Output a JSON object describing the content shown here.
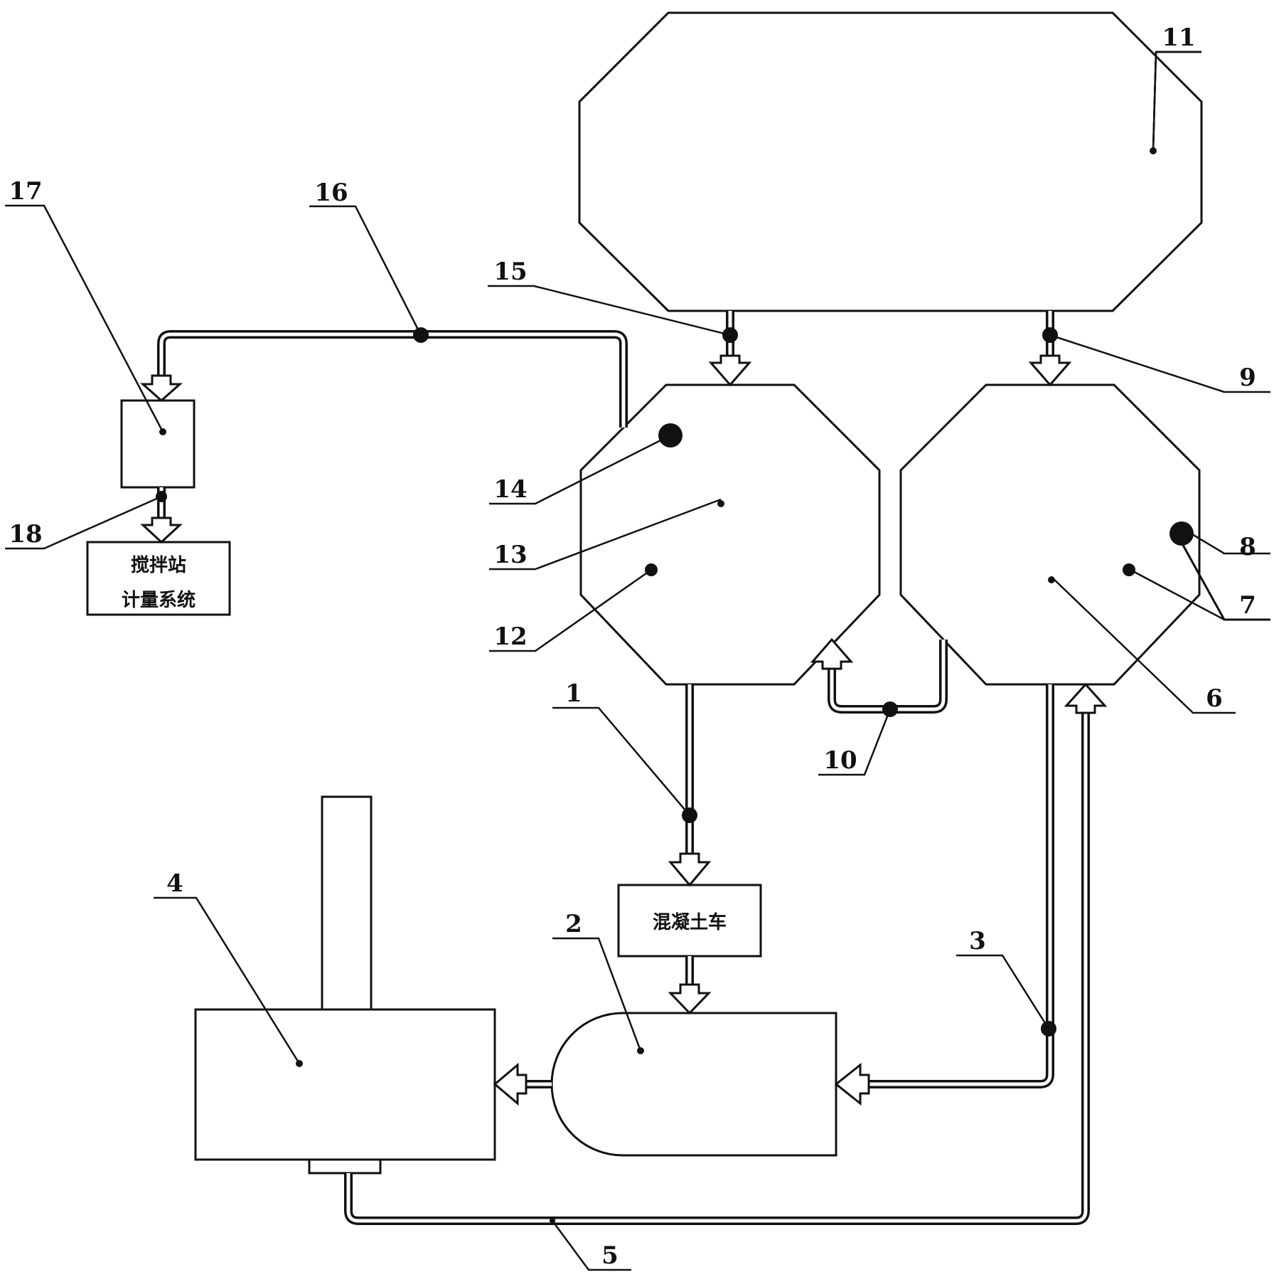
{
  "labels": {
    "n1": "1",
    "n2": "2",
    "n3": "3",
    "n4": "4",
    "n5": "5",
    "n6": "6",
    "n7": "7",
    "n8": "8",
    "n9": "9",
    "n10": "10",
    "n11": "11",
    "n12": "12",
    "n13": "13",
    "n14": "14",
    "n15": "15",
    "n16": "16",
    "n17": "17",
    "n18": "18"
  },
  "boxes": {
    "mixing_station_line1": "搅拌站",
    "mixing_station_line2": "计量系统",
    "concrete_truck": "混凝土车"
  }
}
